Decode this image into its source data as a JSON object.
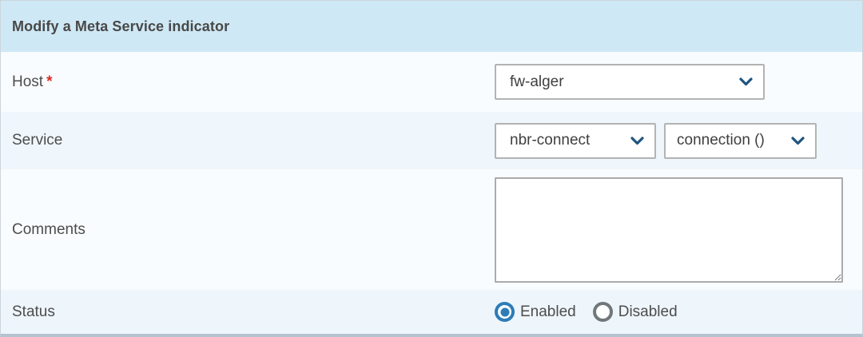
{
  "header": {
    "title": "Modify a Meta Service indicator"
  },
  "form": {
    "host": {
      "label": "Host",
      "required_marker": "*",
      "value": "fw-alger"
    },
    "service": {
      "label": "Service",
      "service_value": "nbr-connect",
      "metric_value": "connection ()"
    },
    "comments": {
      "label": "Comments",
      "value": ""
    },
    "status": {
      "label": "Status",
      "options": [
        {
          "label": "Enabled",
          "selected": true
        },
        {
          "label": "Disabled",
          "selected": false
        }
      ]
    }
  },
  "colors": {
    "header_bg": "#cfe8f5",
    "row_light": "#f9fcfe",
    "row_shaded": "#eff6fc",
    "accent_blue": "#2d7cb8",
    "chevron": "#1f5480",
    "required_marker": "#e02b20"
  }
}
